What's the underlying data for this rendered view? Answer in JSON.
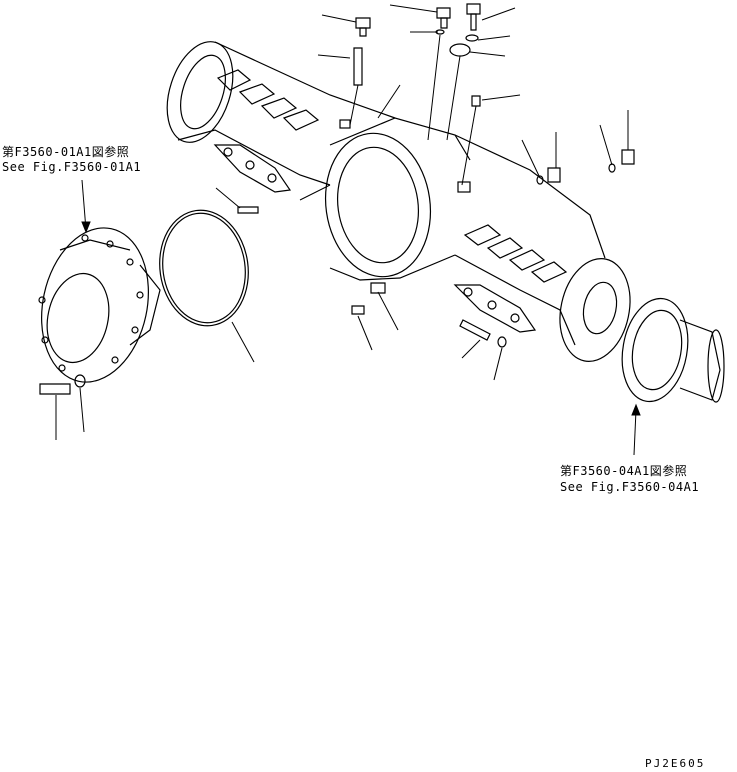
{
  "references": {
    "left_ja": "第F3560-01A1図参照",
    "left_en": "See Fig.F3560-01A1",
    "right_ja": "第F3560-04A1図参照",
    "right_en": "See Fig.F3560-04A1"
  },
  "drawing_code": "PJ2E605"
}
